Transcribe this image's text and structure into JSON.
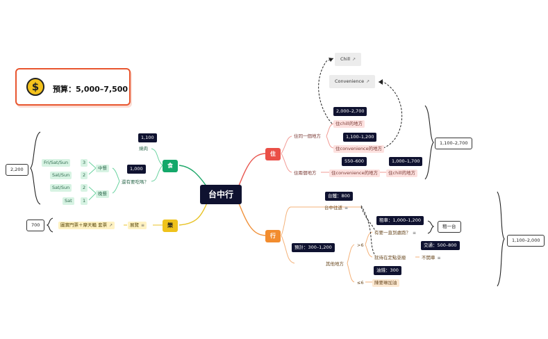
{
  "root": "台中行",
  "budget": {
    "icon": "$",
    "label": "預算：5,000–7,500"
  },
  "categories": {
    "food": "食",
    "play": "樂",
    "live": "住",
    "go": "行"
  },
  "food": {
    "total": "2,200",
    "branch1": {
      "label": "燒肉",
      "price": "1,100"
    },
    "branch2": {
      "label": "還有要吃嗎？",
      "price": "1,000"
    },
    "lunch": "中餐",
    "dinner": "晚餐",
    "lunch_items": [
      {
        "days": "Fri/Sat/Sun",
        "count": "3"
      },
      {
        "days": "Sat/Sun",
        "count": "2"
      }
    ],
    "dinner_items": [
      {
        "days": "Sat/Sun",
        "count": "2"
      },
      {
        "days": "Sat",
        "count": "1"
      }
    ]
  },
  "play": {
    "total": "700",
    "ticket": "圖寶門票＋摩天輪 套票",
    "exhibit": "展覽"
  },
  "live": {
    "total": "1,100–2,700",
    "same": "住同一個地方",
    "chill": {
      "label": "住chill的地方",
      "price": "2,000–2,700"
    },
    "conv": {
      "label": "住convenience的地方",
      "price": "1,100–1,200"
    },
    "diff": "住兩個地方",
    "diff_conv": {
      "label": "住convenience的地方",
      "price": "550–600"
    },
    "diff_chill": {
      "label": "住chill的地方",
      "price": "1,000–1,700"
    },
    "link_chill": "Chill",
    "link_conv": "Convenience"
  },
  "go": {
    "total": "1,100–2,000",
    "hsr": {
      "label": "台中往返",
      "price": "台鐵：800"
    },
    "other": {
      "label": "其他地方",
      "price": "預計：300–1,200"
    },
    "gt6": ">6",
    "lt6": "≤6",
    "far": {
      "label": "有要一直到處跑？",
      "price": "租車：1,000–1,200"
    },
    "rent": "租一台",
    "stay": "就待在定點耍廢",
    "nocar": {
      "label": "不開車",
      "price": "交通：500–800"
    },
    "fuel": {
      "label": "陳要琳加油",
      "price": "油錢：300"
    }
  }
}
